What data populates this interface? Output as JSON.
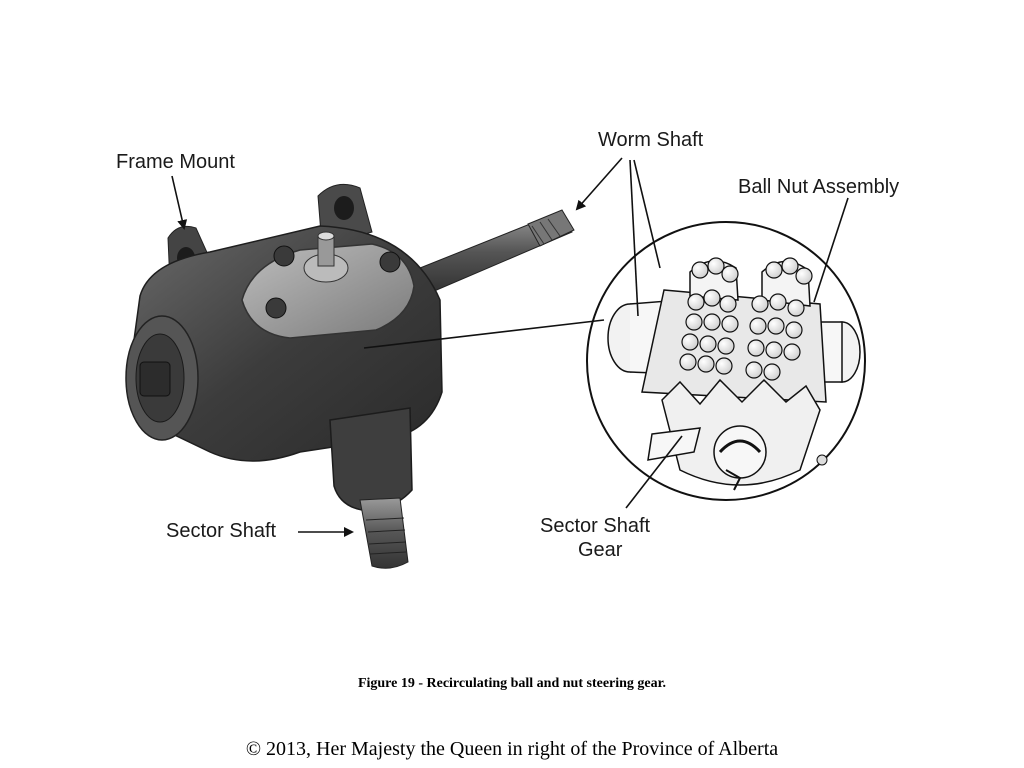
{
  "labels": {
    "frame_mount": "Frame Mount",
    "worm_shaft": "Worm Shaft",
    "ball_nut_assembly": "Ball Nut Assembly",
    "sector_shaft": "Sector Shaft",
    "sector_shaft_gear_line1": "Sector Shaft",
    "sector_shaft_gear_line2": "Gear"
  },
  "caption": "Figure 19 - Recirculating ball and nut steering gear.",
  "copyright": "© 2013, Her Majesty the Queen in right of the Province of Alberta"
}
